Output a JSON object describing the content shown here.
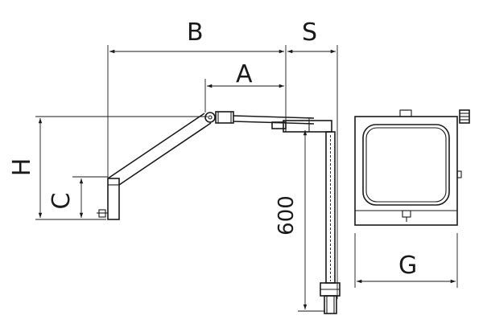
{
  "labels": {
    "B": "B",
    "S": "S",
    "A": "A",
    "H": "H",
    "C": "C",
    "height_600": "600",
    "G": "G"
  }
}
